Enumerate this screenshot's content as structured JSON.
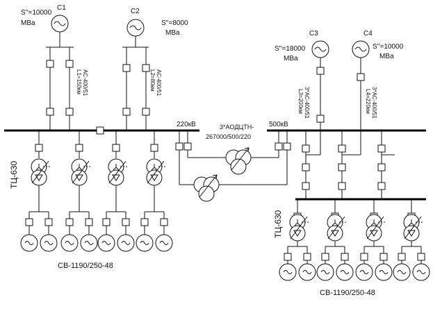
{
  "sources": {
    "c1": {
      "name": "C1",
      "power": "S''=10000",
      "unit": "MBa"
    },
    "c2": {
      "name": "C2",
      "power": "S''=8000",
      "unit": "MBa"
    },
    "c3": {
      "name": "C3",
      "power": "S''=18000",
      "unit": "MBa"
    },
    "c4": {
      "name": "C4",
      "power": "S''=10000",
      "unit": "MBa"
    }
  },
  "lines": {
    "l1": {
      "length": "L1=150км",
      "wire": "AC-400/51"
    },
    "l2": {
      "length": "L2=80км",
      "wire": "AC-400/51"
    },
    "l3": {
      "length": "L3=200км",
      "wire": "3*AC-400/51"
    },
    "l4": {
      "length": "L4=220км",
      "wire": "3*AC-400/51"
    }
  },
  "buses": {
    "bus_220": "220кВ",
    "bus_500": "500кВ"
  },
  "autotransformer": {
    "type": "3*AOДЦТН-",
    "rating": "267000/500/220"
  },
  "transformers": {
    "left_label": "ТЦ-630",
    "right_label": "ТЦ-630"
  },
  "generators": {
    "left_label": "СВ-1190/250-48",
    "right_label": "СВ-1190/250-48"
  }
}
